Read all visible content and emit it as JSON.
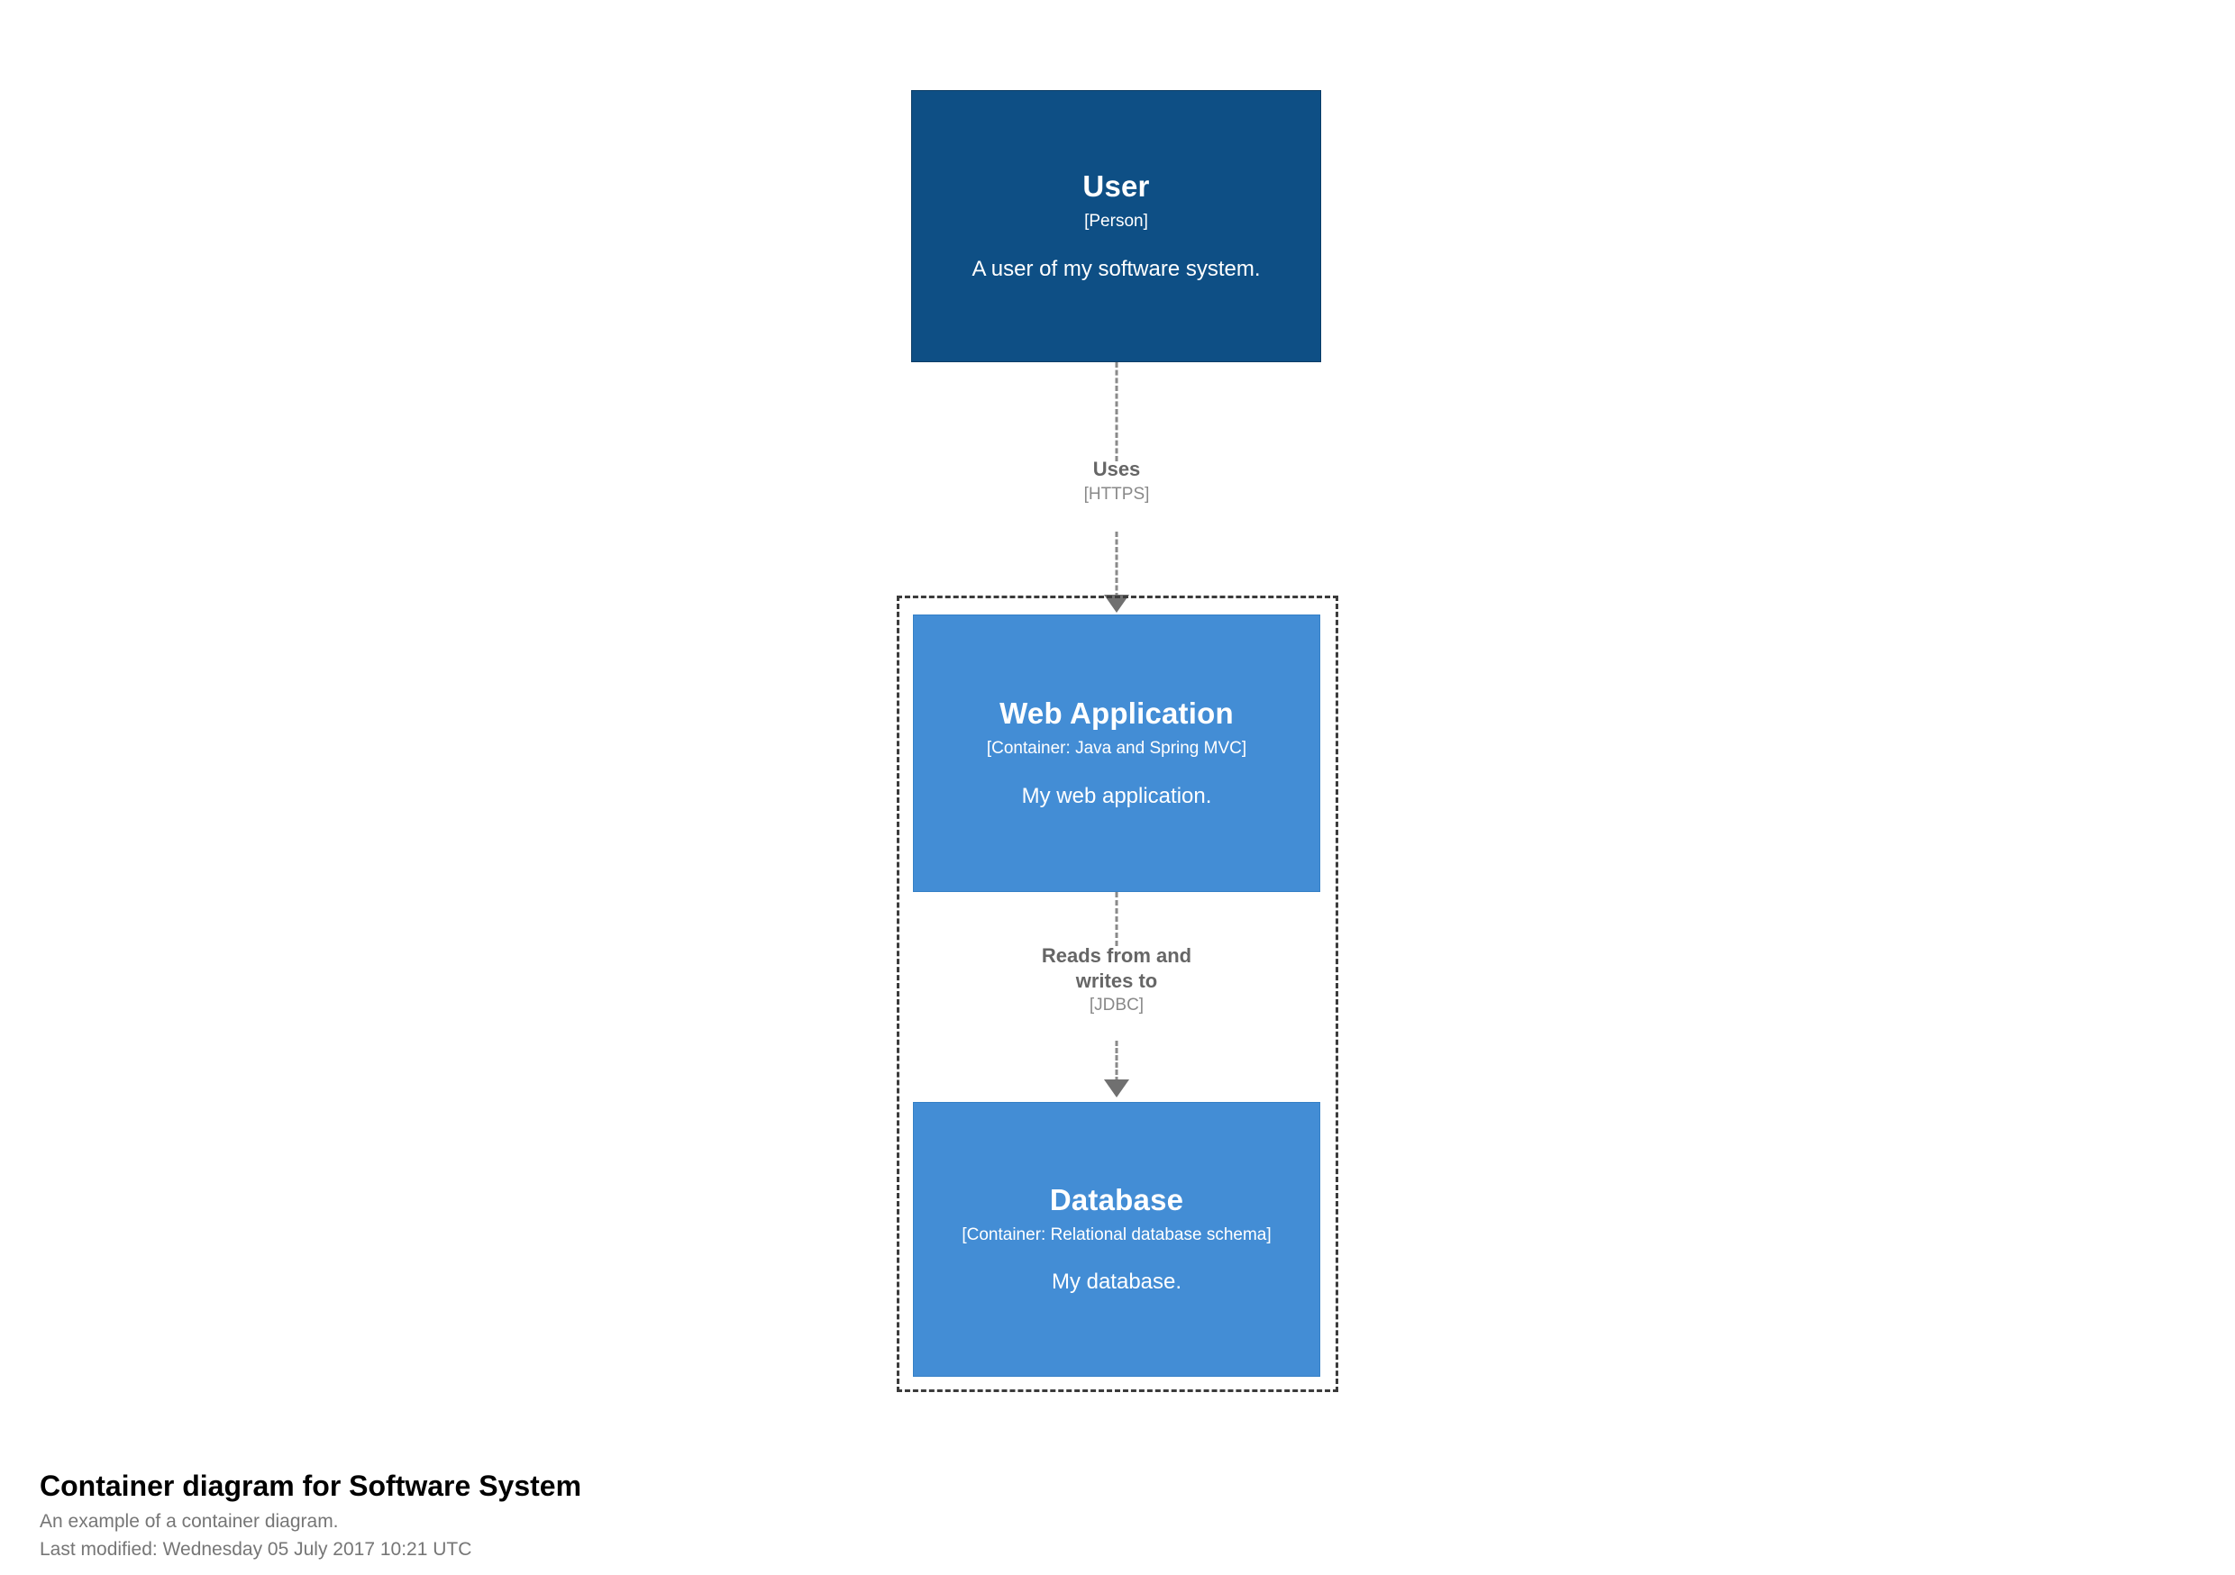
{
  "diagram": {
    "kind": "C4 container diagram",
    "background_color": "#ffffff",
    "person_color": "#0e4f85",
    "container_color": "#438dd5",
    "boundary_color": "#3b3b3b",
    "relationship_color": "#8a8a8a"
  },
  "nodes": {
    "user": {
      "name": "User",
      "meta": "[Person]",
      "description": "A user of my software system."
    },
    "web_application": {
      "name": "Web Application",
      "meta": "[Container: Java and Spring MVC]",
      "description": "My web application."
    },
    "database": {
      "name": "Database",
      "meta": "[Container: Relational database schema]",
      "description": "My database."
    }
  },
  "relationships": {
    "user_to_webapp": {
      "description": "Uses",
      "technology": "[HTTPS]"
    },
    "webapp_to_database": {
      "description": "Reads from and\nwrites to",
      "description_line1": "Reads from and",
      "description_line2": "writes to",
      "technology": "[JDBC]"
    }
  },
  "footer": {
    "title": "Container diagram for Software System",
    "subtitle": "An example of a container diagram.",
    "last_modified": "Last modified: Wednesday 05 July 2017 10:21 UTC"
  }
}
